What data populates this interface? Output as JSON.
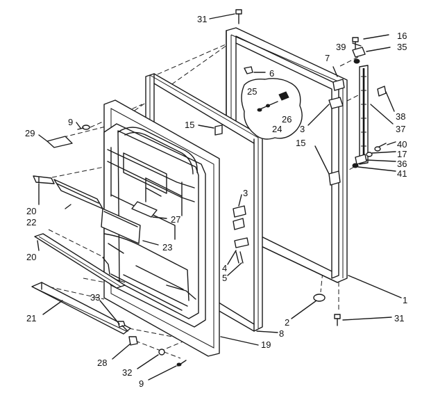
{
  "callouts": [
    {
      "id": "c31t",
      "text": "31"
    },
    {
      "id": "c16",
      "text": "16"
    },
    {
      "id": "c39",
      "text": "39"
    },
    {
      "id": "c35",
      "text": "35"
    },
    {
      "id": "c7",
      "text": "7"
    },
    {
      "id": "c6",
      "text": "6"
    },
    {
      "id": "c25",
      "text": "25"
    },
    {
      "id": "c26",
      "text": "26"
    },
    {
      "id": "c24",
      "text": "24"
    },
    {
      "id": "c38",
      "text": "38"
    },
    {
      "id": "c37",
      "text": "37"
    },
    {
      "id": "c9t",
      "text": "9"
    },
    {
      "id": "c29",
      "text": "29"
    },
    {
      "id": "c15l",
      "text": "15"
    },
    {
      "id": "c3t",
      "text": "3"
    },
    {
      "id": "c15r",
      "text": "15"
    },
    {
      "id": "c40",
      "text": "40"
    },
    {
      "id": "c17",
      "text": "17"
    },
    {
      "id": "c36",
      "text": "36"
    },
    {
      "id": "c41",
      "text": "41"
    },
    {
      "id": "c3m",
      "text": "3"
    },
    {
      "id": "c20a",
      "text": "20"
    },
    {
      "id": "c22",
      "text": "22"
    },
    {
      "id": "c27",
      "text": "27"
    },
    {
      "id": "c23",
      "text": "23"
    },
    {
      "id": "c20b",
      "text": "20"
    },
    {
      "id": "c4",
      "text": "4"
    },
    {
      "id": "c5",
      "text": "5"
    },
    {
      "id": "c1",
      "text": "1"
    },
    {
      "id": "c2",
      "text": "2"
    },
    {
      "id": "c31b",
      "text": "31"
    },
    {
      "id": "c33",
      "text": "33"
    },
    {
      "id": "c8",
      "text": "8"
    },
    {
      "id": "c21",
      "text": "21"
    },
    {
      "id": "c19",
      "text": "19"
    },
    {
      "id": "c28",
      "text": "28"
    },
    {
      "id": "c32",
      "text": "32"
    },
    {
      "id": "c9b",
      "text": "9"
    }
  ]
}
